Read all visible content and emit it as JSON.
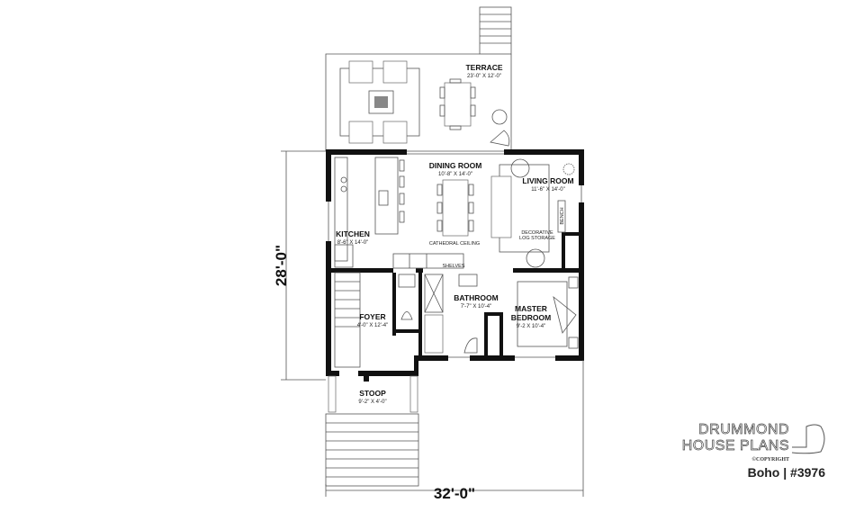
{
  "plan": {
    "overall_width": "32'-0\"",
    "overall_depth": "28'-0\"",
    "rooms": {
      "terrace": {
        "name": "TERRACE",
        "size": "23'-0\" X 12'-0\""
      },
      "dining": {
        "name": "DINING ROOM",
        "size": "10'-8\" X 14'-0\""
      },
      "living": {
        "name": "LIVING ROOM",
        "size": "11'-6\" X 14'-0\""
      },
      "kitchen": {
        "name": "KITCHEN",
        "size": "8'-6\" X 14'-0\""
      },
      "bathroom": {
        "name": "BATHROOM",
        "size": "7'-7\" X 10'-4\""
      },
      "master_line1": "MASTER",
      "master_line2": "BEDROOM",
      "master_size": "9'-2 X 10'-4\"",
      "foyer": {
        "name": "FOYER",
        "size": "4'-0\" X 12'-4\""
      },
      "stoop": {
        "name": "STOOP",
        "size": "9'-2\" X 4'-0\""
      }
    },
    "notes": {
      "cathedral": "CATHEDRAL CEILING",
      "log_storage_1": "DECORATIVE",
      "log_storage_2": "LOG STORAGE",
      "bench": "BENCH",
      "shelves": "SHELVES"
    }
  },
  "branding": {
    "logo_line1": "DRUMMOND",
    "logo_line2": "HOUSE PLANS",
    "copyright": "©COPYRIGHT",
    "plan_name": "Boho | #3976"
  }
}
